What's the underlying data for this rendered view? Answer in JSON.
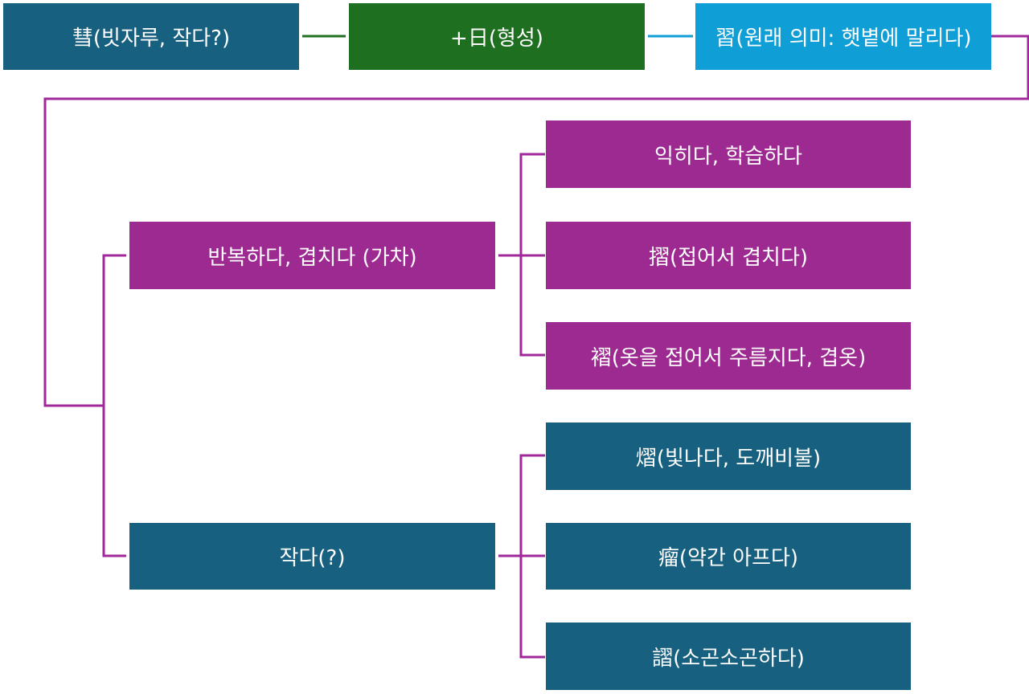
{
  "colors": {
    "teal": "#17607f",
    "green": "#1e6f20",
    "cyan": "#0f9ed5",
    "purple": "#9c2a91",
    "connector_purple": "#a0289a"
  },
  "top_row": {
    "root": "彗(빗자루, 작다?)",
    "phonetic": "+日(형성)",
    "result": "習(원래 의미: 햇볕에 말리다)"
  },
  "branches": {
    "repeat": {
      "label": "반복하다, 겹치다 (가차)",
      "children": [
        "익히다, 학습하다",
        "摺(접어서 겹치다)",
        "褶(옷을 접어서 주름지다, 겹옷)"
      ]
    },
    "small": {
      "label": "작다(?)",
      "children": [
        "熠(빛나다, 도깨비불)",
        "瘤(약간 아프다)",
        "謵(소곤소곤하다)"
      ]
    }
  }
}
